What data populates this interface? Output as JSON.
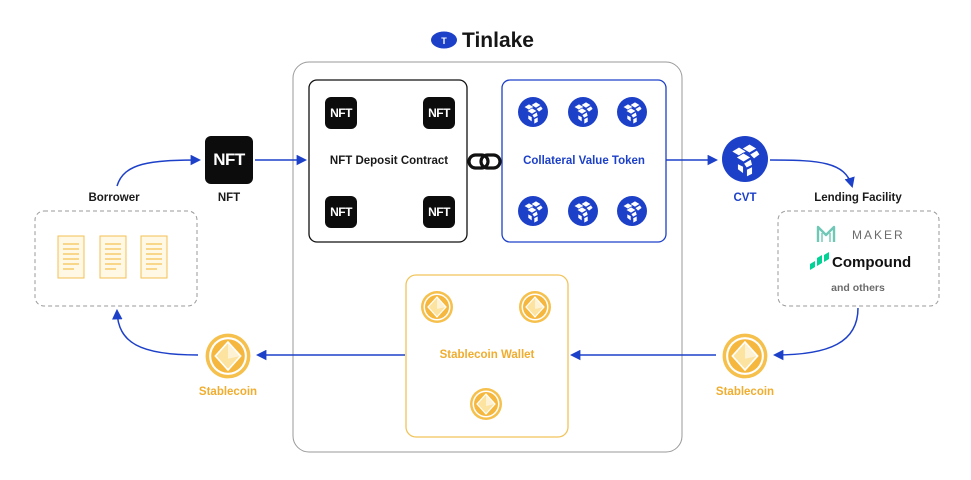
{
  "brand": {
    "name": "Tinlake",
    "logo_letter": "T"
  },
  "nft_badge_text": "NFT",
  "borrower": {
    "label": "Borrower"
  },
  "nft": {
    "label": "NFT"
  },
  "deposit_contract": {
    "label": "NFT Deposit Contract"
  },
  "collateral_token": {
    "label": "Collateral Value Token"
  },
  "cvt": {
    "label": "CVT"
  },
  "lending_facility": {
    "label": "Lending Facility",
    "providers": [
      "MAKER",
      "Compound"
    ],
    "others": "and others"
  },
  "stablecoin_wallet": {
    "label": "Stablecoin Wallet"
  },
  "stablecoin_left": {
    "label": "Stablecoin"
  },
  "stablecoin_right": {
    "label": "Stablecoin"
  },
  "colors": {
    "blue": "#1d40c9",
    "gold": "#f0ad2e",
    "gold_border": "#f2c45a",
    "dark": "#0c0c0c",
    "maker_teal": "#6fc7b6",
    "compound_green": "#00d395"
  },
  "icons": [
    "tinlake-logo-icon",
    "nft-icon",
    "cvt-token-icon",
    "stablecoin-icon",
    "chain-link-icon",
    "document-icon",
    "maker-logo-icon",
    "compound-logo-icon"
  ]
}
